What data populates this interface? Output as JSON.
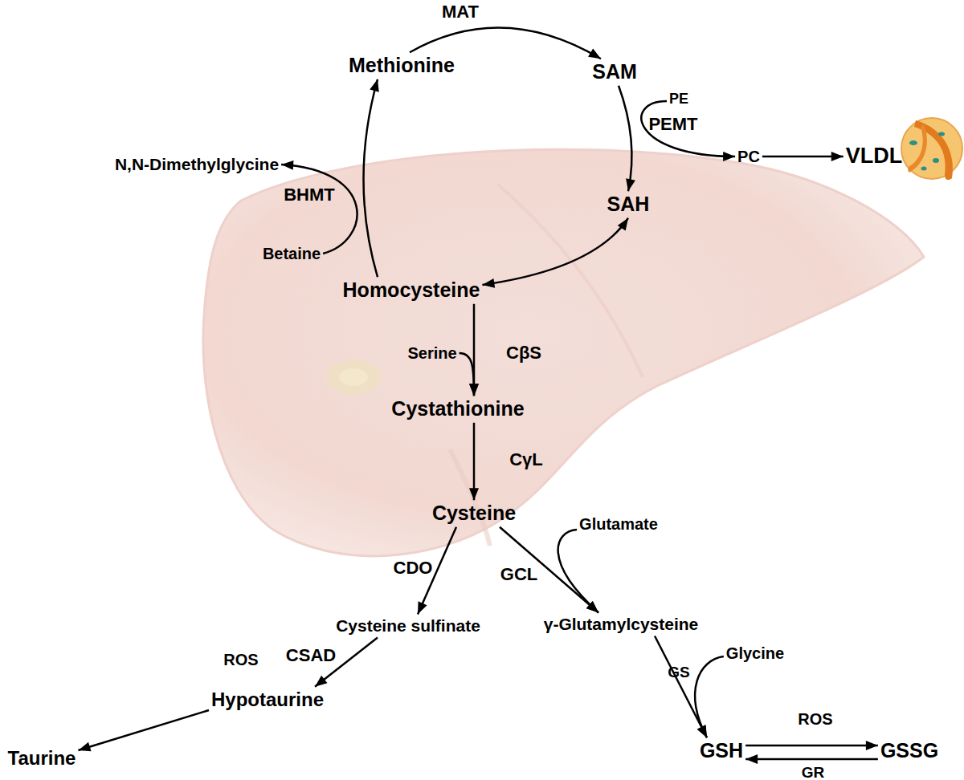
{
  "diagram": {
    "nodes": [
      {
        "text": [
          "Methionine"
        ]
      },
      {
        "text": [
          "SAM"
        ]
      },
      {
        "text": [
          "PE"
        ]
      },
      {
        "text": [
          "PC"
        ]
      },
      {
        "text": [
          "VLDL"
        ]
      },
      {
        "text": [
          "N,N-Dimethylglycine"
        ]
      },
      {
        "text": [
          "SAH"
        ]
      },
      {
        "text": [
          "Betaine"
        ]
      },
      {
        "text": [
          "Homocysteine"
        ]
      },
      {
        "text": [
          "Serine"
        ]
      },
      {
        "text": [
          "Cystathionine"
        ]
      },
      {
        "text": [
          "Cysteine"
        ]
      },
      {
        "text": [
          "Glutamate"
        ]
      },
      {
        "text": [
          "Cysteine sulfinate"
        ]
      },
      {
        "text": [
          "γ-Glutamylcysteine"
        ]
      },
      {
        "text": [
          "Hypotaurine"
        ]
      },
      {
        "text": [
          "Glycine"
        ]
      },
      {
        "text": [
          "Taurine"
        ]
      },
      {
        "text": [
          "GSH"
        ]
      },
      {
        "text": [
          "GSSG"
        ]
      }
    ],
    "edges": [
      {
        "from": 0,
        "to": 1,
        "arrow": "to",
        "label": "MAT"
      },
      {
        "from": 1,
        "to": 6,
        "arrow": "to",
        "label": "PEMT"
      },
      {
        "from": 2,
        "to": 3,
        "arrow": "to"
      },
      {
        "from": 3,
        "to": 4,
        "arrow": "to"
      },
      {
        "from": 6,
        "to": 8,
        "arrow": "both"
      },
      {
        "from": 8,
        "to": 0,
        "arrow": "to",
        "label": "BHMT"
      },
      {
        "from": 7,
        "to": 5,
        "arrow": "to"
      },
      {
        "from": 8,
        "to": 10,
        "arrow": "to",
        "label": "CβS"
      },
      {
        "from": 9,
        "to": 10,
        "arrow": "to"
      },
      {
        "from": 10,
        "to": 11,
        "arrow": "to",
        "label": "CγL"
      },
      {
        "from": 11,
        "to": 13,
        "arrow": "to",
        "label": "CDO"
      },
      {
        "from": 11,
        "to": 14,
        "arrow": "to",
        "label": "GCL"
      },
      {
        "from": 12,
        "to": 14,
        "arrow": "to"
      },
      {
        "from": 13,
        "to": 15,
        "arrow": "to",
        "label": "CSAD"
      },
      {
        "from": 15,
        "to": 17,
        "arrow": "to",
        "label": "ROS"
      },
      {
        "from": 14,
        "to": 18,
        "arrow": "to",
        "label": "GS"
      },
      {
        "from": 16,
        "to": 18,
        "arrow": "to"
      },
      {
        "from": 18,
        "to": 19,
        "arrow": "to",
        "label": "ROS"
      },
      {
        "from": 19,
        "to": 18,
        "arrow": "to",
        "label": "GR"
      }
    ]
  }
}
